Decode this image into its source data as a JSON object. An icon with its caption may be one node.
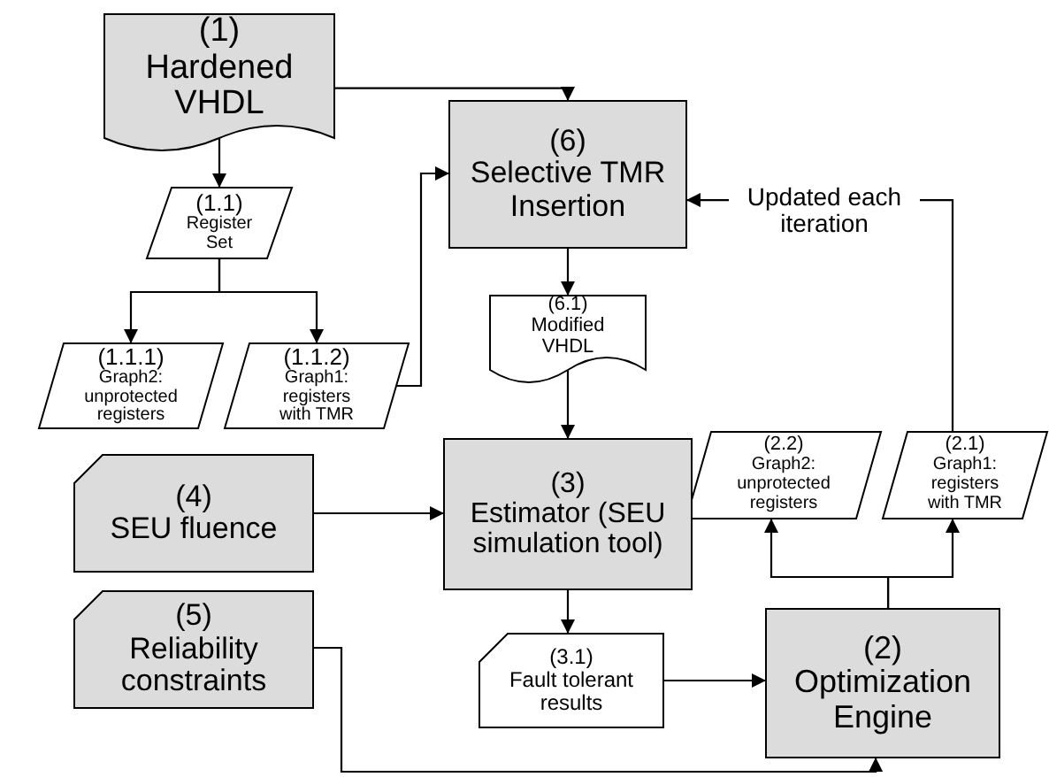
{
  "diagram": {
    "nodes": [
      {
        "text": [
          "(1)",
          "Hardened VHDL"
        ]
      },
      {
        "text": [
          "(6)",
          "Selective TMR Insertion"
        ]
      },
      {
        "text": [
          "(1.1)",
          "Register Set"
        ]
      },
      {
        "text": [
          "(6.1)",
          "Modified VHDL"
        ]
      },
      {
        "text": [
          "(1.1.1)",
          "Graph2: unprotected registers"
        ]
      },
      {
        "text": [
          "(1.1.2)",
          "Graph1: registers with TMR"
        ]
      },
      {
        "text": [
          "(2.2)",
          "Graph2: unprotected registers"
        ]
      },
      {
        "text": [
          "(2.1)",
          "Graph1: registers with TMR"
        ]
      },
      {
        "text": [
          "(4)",
          "SEU fluence"
        ]
      },
      {
        "text": [
          "(3)",
          "Estimator (SEU simulation tool)"
        ]
      },
      {
        "text": [
          "(5)",
          "Reliability constraints"
        ]
      },
      {
        "text": [
          "(3.1)",
          "Fault tolerant results"
        ]
      },
      {
        "text": [
          "(2)",
          "Optimization Engine"
        ]
      }
    ],
    "edges": [
      {
        "from": 0,
        "to": 2,
        "arrow": "to"
      },
      {
        "from": 0,
        "to": 1,
        "arrow": "to"
      },
      {
        "from": 2,
        "to": 4,
        "arrow": "to"
      },
      {
        "from": 2,
        "to": 5,
        "arrow": "to"
      },
      {
        "from": 5,
        "to": 1,
        "arrow": "to"
      },
      {
        "from": 1,
        "to": 3,
        "arrow": "to"
      },
      {
        "from": 3,
        "to": 9,
        "arrow": "to"
      },
      {
        "from": 8,
        "to": 9,
        "arrow": "to"
      },
      {
        "from": 9,
        "to": 11,
        "arrow": "to"
      },
      {
        "from": 11,
        "to": 12,
        "arrow": "to"
      },
      {
        "from": 12,
        "to": 6,
        "arrow": "to"
      },
      {
        "from": 12,
        "to": 7,
        "arrow": "to"
      },
      {
        "from": 7,
        "to": 1,
        "arrow": "to",
        "label": "Updated each iteration"
      },
      {
        "from": 10,
        "to": 12,
        "arrow": "to"
      }
    ]
  }
}
